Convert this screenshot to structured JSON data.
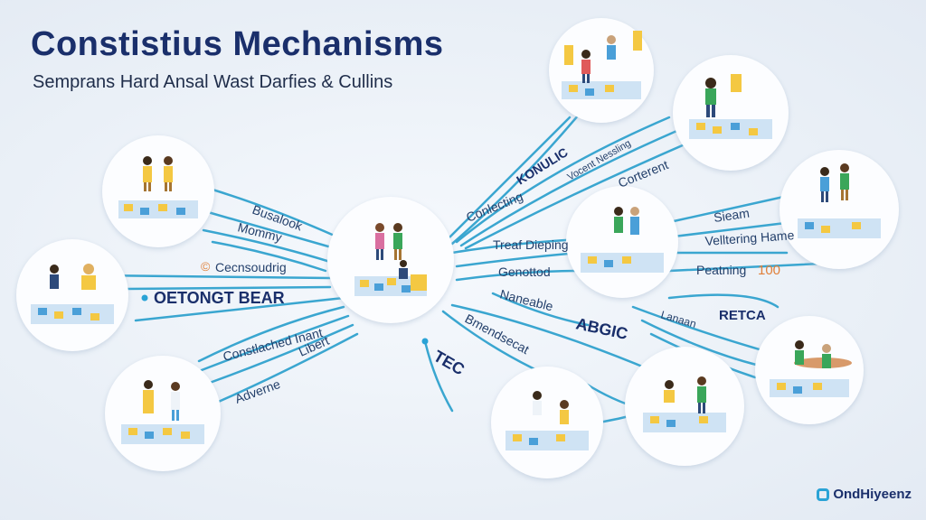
{
  "header": {
    "title": "Constistius Mechanisms",
    "subtitle": "Semprans Hard Ansal Wast Darfies & Cullins"
  },
  "labels": {
    "busalook": "Busalook",
    "mommy": "Mommy",
    "cecnsoudrig": "Cecnsoudrig",
    "cecnsoudrig_icon": "©",
    "etongt_bear": "OETONGT BEAR",
    "consechedmant": "Constlached Inant",
    "adverne": "Adverne",
    "libert": "Libert",
    "tec": "TEC",
    "bmendsecat": "Bmendsecat",
    "naneable": "Naneable",
    "abgic": "ABGIC",
    "genottod": "Genottod",
    "treat_deeping": "Treaf Dieping",
    "conlecting": "Conlecting",
    "konulic": "KONULIC",
    "vocent_nesling": "Vocent Nessling",
    "cortercent": "Corterent",
    "sieam": "Sieam",
    "velltering_hame": "Velltering Hame",
    "peating": "Peatning",
    "peating_num": "100",
    "retca": "RETCA",
    "lanaan": "Lanaan"
  },
  "logo": {
    "text": "OndHiyeenz"
  },
  "colors": {
    "title": "#1a2f6b",
    "line": "#3aa6d0",
    "label": "#24406b",
    "accent_orange": "#e0803a",
    "tile_yellow": "#f4c842",
    "tile_blue": "#4a9fd8"
  },
  "icons": [
    "person-icon",
    "tile-cluster-icon",
    "logo-icon"
  ]
}
